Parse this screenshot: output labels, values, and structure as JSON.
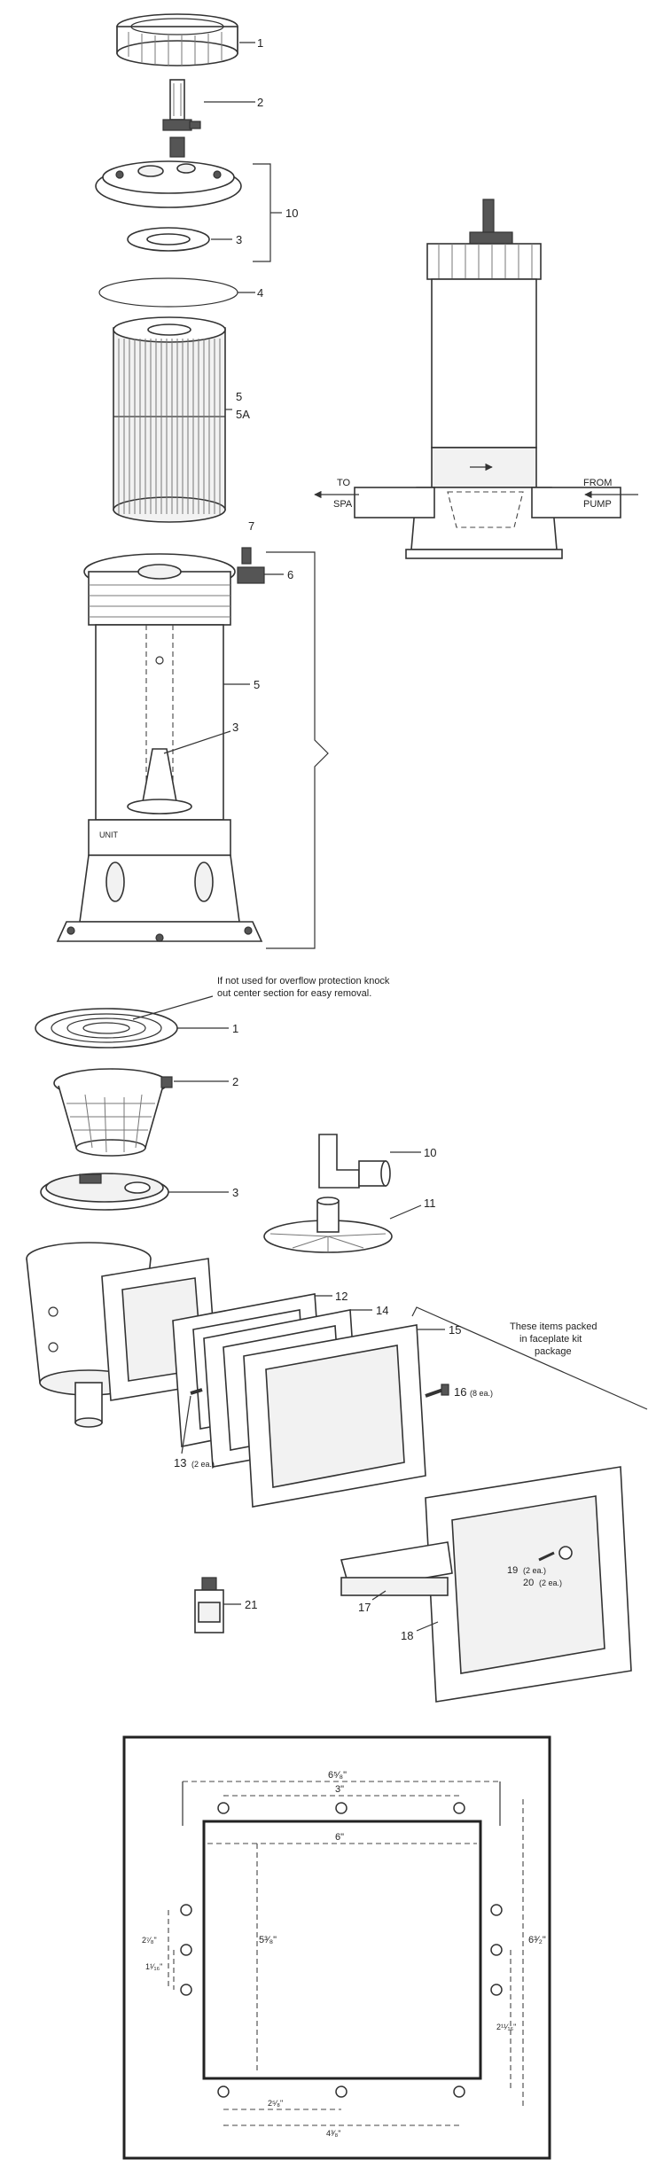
{
  "filter": {
    "callouts": [
      {
        "id": "f1",
        "text": "1"
      },
      {
        "id": "f2",
        "text": "2"
      },
      {
        "id": "f10",
        "text": "10"
      },
      {
        "id": "f3a",
        "text": "3"
      },
      {
        "id": "f4",
        "text": "4"
      },
      {
        "id": "f5a",
        "text": "5"
      },
      {
        "id": "f5b",
        "text": "5A"
      },
      {
        "id": "f7",
        "text": "7"
      },
      {
        "id": "f6",
        "text": "6"
      },
      {
        "id": "f5c",
        "text": "5"
      },
      {
        "id": "f3b",
        "text": "3"
      }
    ],
    "flow": {
      "to_line1": "TO",
      "to_line2": "SPA",
      "from_line1": "FROM",
      "from_line2": "PUMP"
    }
  },
  "skimmer": {
    "note_line1": "If not used for overflow protection knock",
    "note_line2": "out center section for easy removal.",
    "kit_line1": "These items packed",
    "kit_line2": "in faceplate kit",
    "kit_line3": "package",
    "callouts": [
      {
        "id": "s1",
        "text": "1"
      },
      {
        "id": "s2",
        "text": "2"
      },
      {
        "id": "s10",
        "text": "10"
      },
      {
        "id": "s3",
        "text": "3"
      },
      {
        "id": "s11",
        "text": "11"
      },
      {
        "id": "s12",
        "text": "12"
      },
      {
        "id": "s14",
        "text": "14"
      },
      {
        "id": "s15",
        "text": "15"
      },
      {
        "id": "s16",
        "text": "16"
      },
      {
        "id": "s16q",
        "text": "(8 ea.)"
      },
      {
        "id": "s13",
        "text": "13"
      },
      {
        "id": "s13q",
        "text": "(2 ea.)"
      },
      {
        "id": "s19",
        "text": "19"
      },
      {
        "id": "s19q",
        "text": "(2 ea.)"
      },
      {
        "id": "s20",
        "text": "20"
      },
      {
        "id": "s20q",
        "text": "(2 ea.)"
      },
      {
        "id": "s21",
        "text": "21"
      },
      {
        "id": "s17",
        "text": "17"
      },
      {
        "id": "s18",
        "text": "18"
      }
    ]
  },
  "template": {
    "dims": {
      "overall_width": "6⁵⁄₈\"",
      "top_hole_span": "3\"",
      "opening_width": "6\"",
      "opening_height": "5³⁄₈\"",
      "left_upper": "2⁷⁄₈\"",
      "left_lower": "1¹⁄₁₆\"",
      "overall_height": "6³⁄₂\"",
      "right_lower": "2¹¹⁄₁₆\"",
      "bottom_inner": "2⁵⁄₈\"",
      "bottom_span": "4³⁄₈\""
    }
  }
}
